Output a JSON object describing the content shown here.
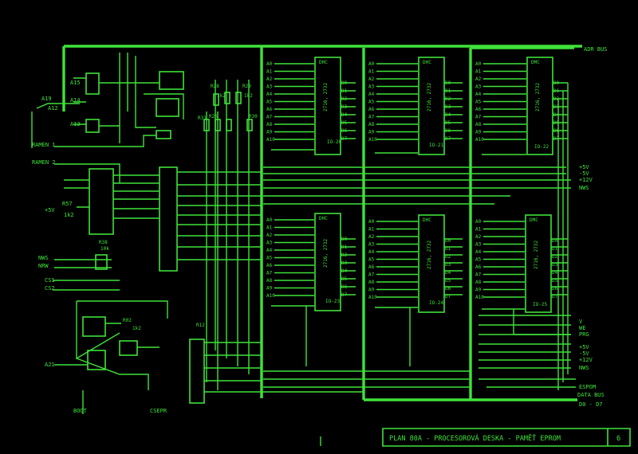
{
  "title_block": {
    "title": "PLAN 80A  - PROCESOROVÁ  DESKA - PAMĚŤ  EPROM",
    "page": "6"
  },
  "bus_labels": {
    "adr_bus": "ADR BUS",
    "data_bus": "DATA BUS",
    "data_range": "D0 - D7"
  },
  "left_signals": {
    "a19": "A19",
    "a12": "A12",
    "a15": "A15",
    "a14": "A14",
    "a13": "A13",
    "ramen1": "RAMEN 1",
    "ramen2": "RAMEN 2",
    "r57": "R57",
    "plus5v": "+5V",
    "r57_val": "1k2",
    "nws": "NWS",
    "nrw": "NRW",
    "cs1": "CS1",
    "cs2": "CS2",
    "a21": "A21",
    "boot": "BOOT",
    "csepr": "CSEPR"
  },
  "right_signals": {
    "top": [
      "+5V",
      "-5V",
      "+12V",
      "NWS"
    ],
    "mid": [
      "V",
      "WE",
      "PRG"
    ],
    "bottom": [
      "+5V",
      "-5V",
      "+12V",
      "NWS"
    ],
    "espom": "ESPOM"
  },
  "eprom_chips": [
    {
      "type": "2716, 2732",
      "ref": "IO-20"
    },
    {
      "type": "2716, 2732",
      "ref": "IO-21"
    },
    {
      "type": "2716, 2732",
      "ref": "IO-22"
    },
    {
      "type": "2716, 2732",
      "ref": "IO-23"
    },
    {
      "type": "2716, 2732",
      "ref": "IO-24"
    },
    {
      "type": "2716, 2732",
      "ref": "IO-25"
    }
  ],
  "addr_pins": [
    "A0",
    "A1",
    "A2",
    "A3",
    "A4",
    "A5",
    "A6",
    "A7",
    "A8",
    "A9",
    "A10"
  ],
  "data_pins": [
    "D0",
    "D1",
    "D2",
    "D3",
    "D4",
    "D5",
    "D6",
    "D7"
  ],
  "resistors": {
    "r28": "R28",
    "r29": "R29",
    "r26": "R26",
    "r31": "R31",
    "r28_val": "1k2",
    "r29_val": "1k2",
    "r30": "R30",
    "r12": "R12",
    "r02": "R02",
    "r38": "R38",
    "r38_val": "10k",
    "r02_val": "1k2"
  }
}
